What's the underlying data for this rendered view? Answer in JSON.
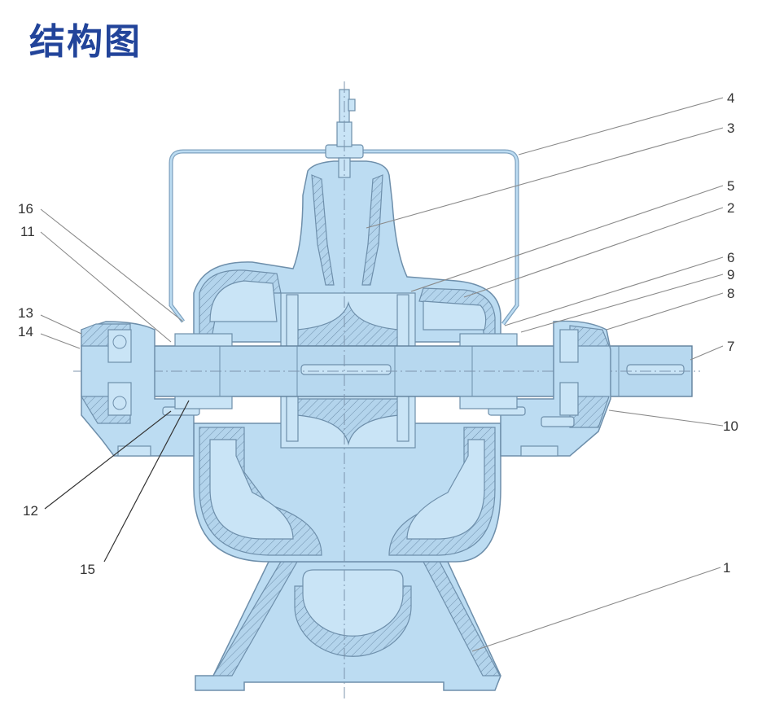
{
  "title": "结构图",
  "colors": {
    "title": "#22449a",
    "pump_fill": "#bcdcf2",
    "outline": "#6e8fab",
    "label_text": "#333333"
  },
  "diagram": {
    "subject": "split-case double-suction centrifugal pump cross-section",
    "part_labels": {
      "p1": "1",
      "p2": "2",
      "p3": "3",
      "p4": "4",
      "p5": "5",
      "p6": "6",
      "p7": "7",
      "p8": "8",
      "p9": "9",
      "p10": "10",
      "p11": "11",
      "p12": "12",
      "p13": "13",
      "p14": "14",
      "p15": "15",
      "p16": "16"
    }
  }
}
